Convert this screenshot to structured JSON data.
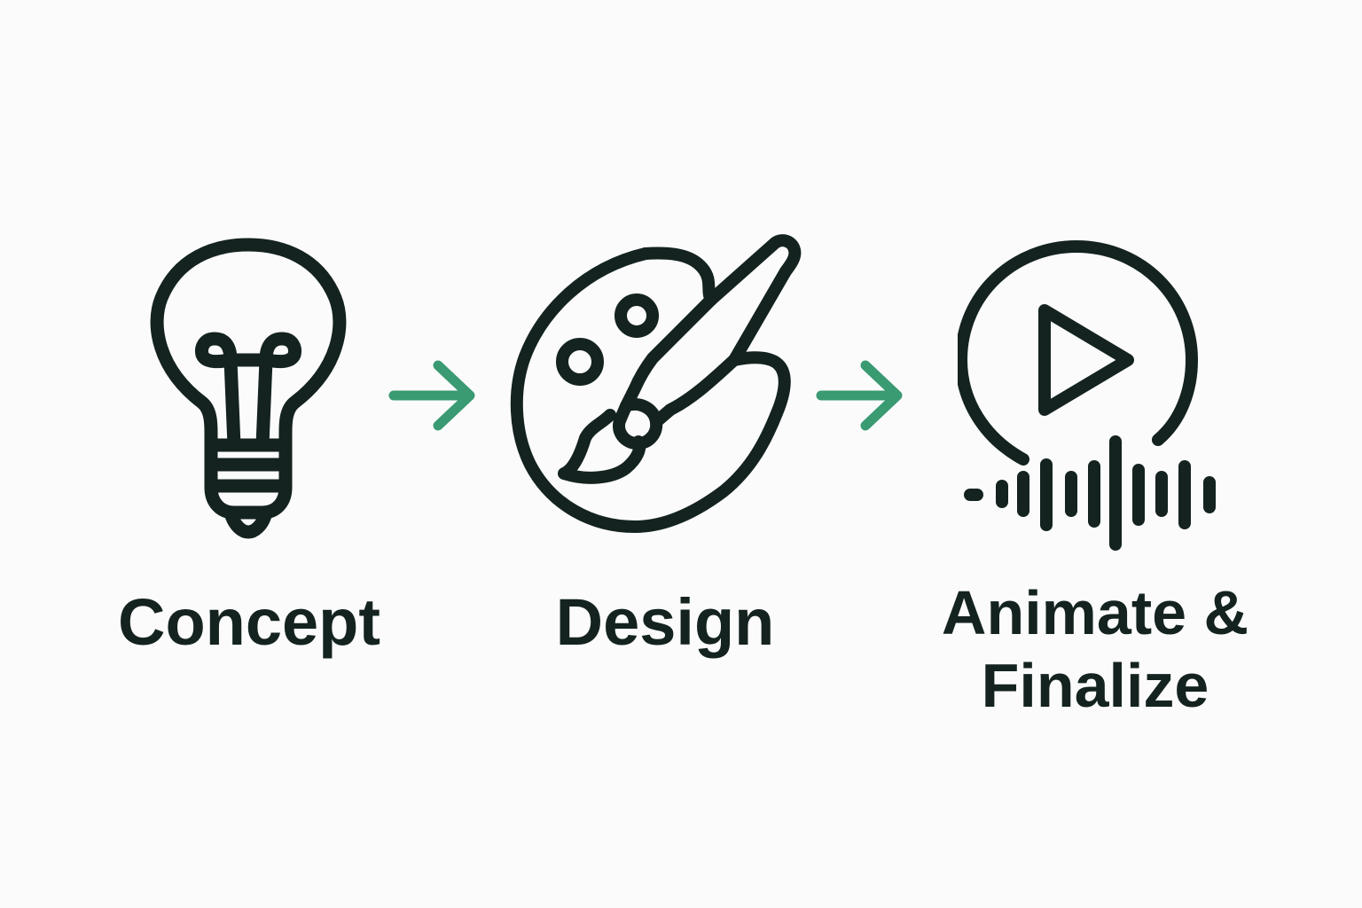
{
  "colors": {
    "stroke": "#142320",
    "arrow": "#3a9a72",
    "background": "#fbfbfb"
  },
  "steps": [
    {
      "label": "Concept",
      "icon": "lightbulb-icon"
    },
    {
      "label": "Design",
      "icon": "palette-brush-icon"
    },
    {
      "label_line1": "Animate &",
      "label_line2": "Finalize",
      "icon": "play-soundwave-icon"
    }
  ],
  "connectors": [
    {
      "icon": "arrow-right-icon"
    },
    {
      "icon": "arrow-right-icon"
    }
  ]
}
